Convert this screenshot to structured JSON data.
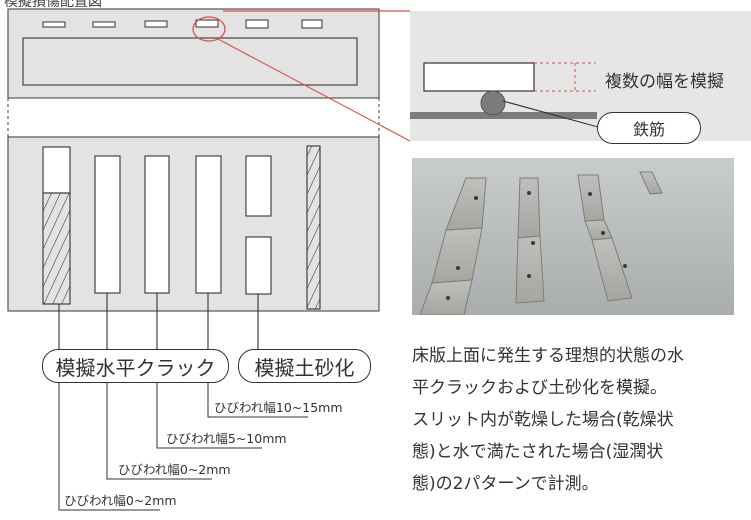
{
  "diagram_title": "模擬損傷配置図",
  "detail_callout": {
    "multi_width_label": "複数の幅を模擬",
    "rebar_label": "鉄筋"
  },
  "groups": {
    "horizontal_crack_label": "模擬水平クラック",
    "soil_label": "模擬土砂化"
  },
  "crack_widths": [
    "ひびわれ幅10~15mm",
    "ひびわれ幅5~10mm",
    "ひびわれ幅0~2mm",
    "ひびわれ幅0~2mm"
  ],
  "description": [
    "床版上面に発生する理想的状態の水",
    "平クラックおよび土砂化を模擬。",
    "スリット内が乾燥した場合(乾燥状",
    "態)と水で満たされた場合(湿潤状",
    "態)の2パターンで計測。"
  ],
  "colors": {
    "slab_fill": "#e3e3e3",
    "stroke": "#555555",
    "callout_red": "#e0504a",
    "rebar": "#7b7b7b"
  }
}
